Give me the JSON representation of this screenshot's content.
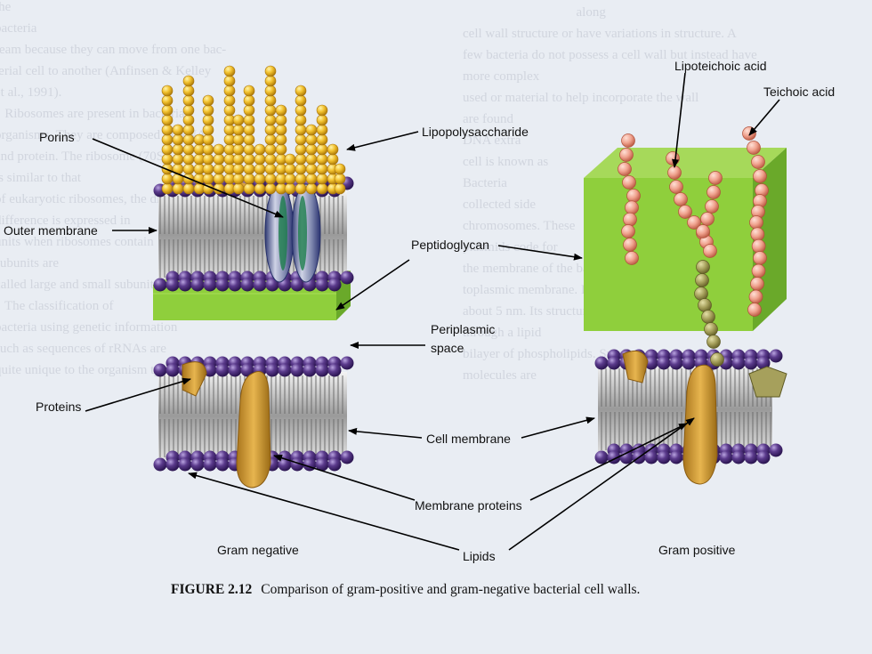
{
  "labels": {
    "porins": "Porins",
    "outer_membrane": "Outer membrane",
    "lipopolysaccharide": "Lipopolysaccharide",
    "lipoteichoic_acid": "Lipoteichoic acid",
    "teichoic_acid": "Teichoic acid",
    "peptidoglycan": "Peptidoglycan",
    "periplasmic_line1": "Periplasmic",
    "periplasmic_line2": "space",
    "proteins": "Proteins",
    "cell_membrane": "Cell membrane",
    "membrane_proteins": "Membrane proteins",
    "gram_negative": "Gram negative",
    "gram_positive": "Gram positive",
    "lipids": "Lipids"
  },
  "caption": {
    "number": "FIGURE 2.12",
    "text": "Comparison of gram-positive and gram-negative bacterial cell walls."
  },
  "background_text": {
    "left": [
      "the                                      ",
      "bacteria                                 ",
      "ream because they can move from one bac-",
      "terial cell to another (Anfinsen & Kelley",
      "et al., 1991).",
      "   Ribosomes are present in bacterial",
      "organisms. They are composed of RNA",
      "and protein. The ribosome (70S)",
      "is similar to that",
      "of eukaryotic ribosomes, the difference",
      "difference is expressed in",
      "units when ribosomes contain",
      "subunits are",
      "called large and small subunits.",
      "   The classification of",
      "bacteria using genetic information",
      "such as sequences of rRNAs are",
      "quite unique to the organism type. These",
      "",
      "",
      "",
      "",
      "",
      "",
      "",
      ""
    ],
    "right": [
      "                                  along",
      "cell wall structure or have variations in structure. A",
      "few bacteria do not possess a cell wall but instead have",
      "more complex",
      "used or material to help incorporate the wall",
      "are found",
      "DNA extra",
      "cell is known as",
      "Bacteria",
      "collected side",
      "chromosomes. These",
      "plasmids code for",
      "the membrane of the bacteria as the cy-",
      "toplasmic membrane. It is made up of",
      "about 5 nm. Its structure allows the passage",
      "through a lipid",
      "bilayer of phospholipids. Small",
      "molecules are",
      "",
      "",
      "",
      "",
      "",
      ""
    ]
  },
  "colors": {
    "lipid_head": "#5b3b8c",
    "peptidoglycan": "#8fcf3c",
    "lps_bead": "#f2c12e",
    "protein": "#d9a441",
    "teichoic_bead": "#f0a28e",
    "lipoteichoic_bead": "#a6a05c"
  }
}
